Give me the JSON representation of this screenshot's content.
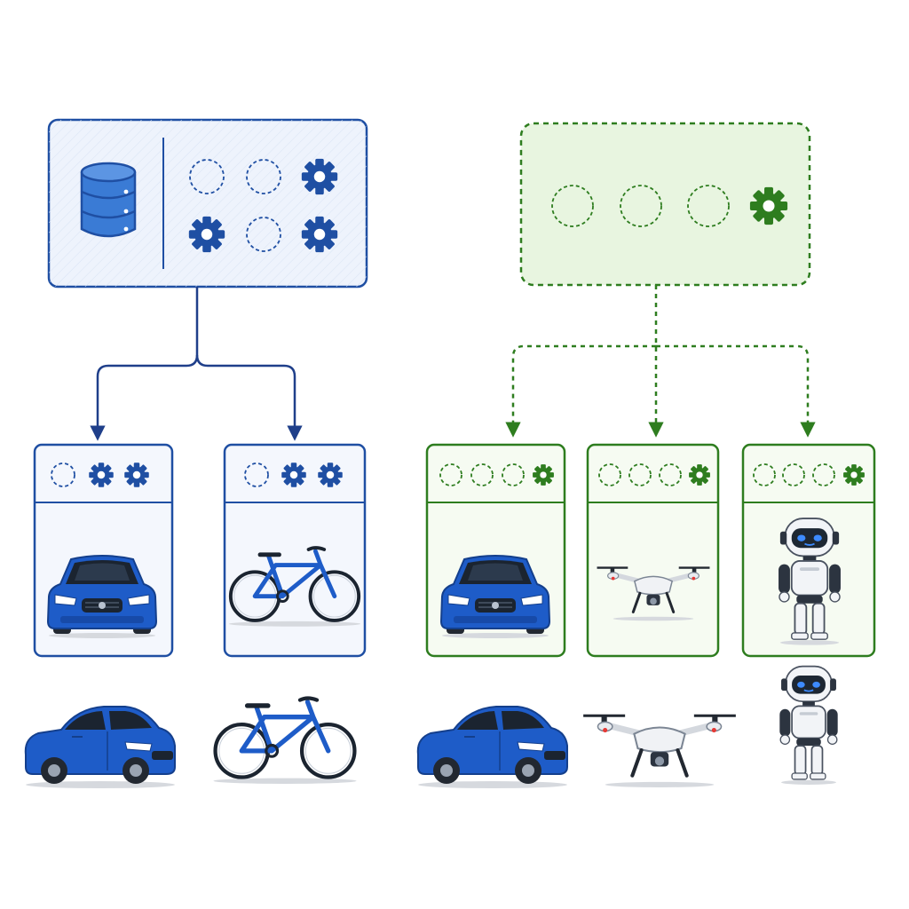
{
  "colors": {
    "blue": "#1f4fa3",
    "blue_icon": "#1f4fa3",
    "blue_fill": "#eef3fc",
    "green": "#2e7d1f",
    "green_fill": "#e8f5e0",
    "vehicle_blue": "#1e5cc8",
    "robot_white": "#f2f4f7"
  },
  "left_group": {
    "source": {
      "icon": "database-icon",
      "slots": [
        "empty",
        "empty",
        "gear",
        "gear",
        "empty",
        "gear"
      ]
    },
    "targets": [
      {
        "slots": [
          "empty",
          "gear",
          "gear"
        ],
        "object": "car-icon"
      },
      {
        "slots": [
          "empty",
          "gear",
          "gear"
        ],
        "object": "bicycle-icon"
      }
    ],
    "outputs": [
      "car-icon",
      "bicycle-icon"
    ]
  },
  "right_group": {
    "source": {
      "slots": [
        "empty",
        "empty",
        "empty",
        "gear"
      ]
    },
    "targets": [
      {
        "slots": [
          "empty",
          "empty",
          "empty",
          "gear"
        ],
        "object": "car-icon"
      },
      {
        "slots": [
          "empty",
          "empty",
          "empty",
          "gear"
        ],
        "object": "drone-icon"
      },
      {
        "slots": [
          "empty",
          "empty",
          "empty",
          "gear"
        ],
        "object": "robot-icon"
      }
    ],
    "outputs": [
      "car-icon",
      "drone-icon",
      "robot-icon"
    ]
  }
}
